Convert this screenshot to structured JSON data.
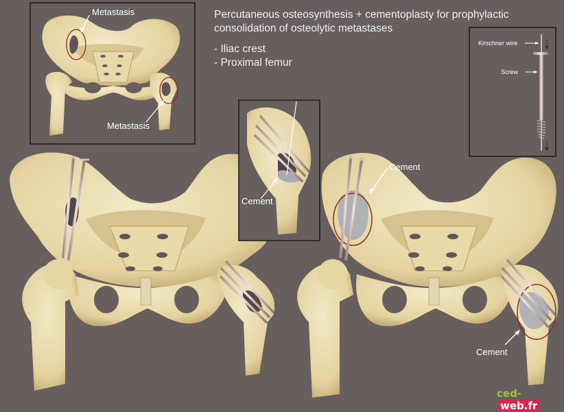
{
  "header": {
    "title": "Percutaneous osteosynthesis + cementoplasty for prophylactic consolidation of osteolytic metastases",
    "title_line1": "Percutaneous osteosynthesis + cementoplasty for prophylactic",
    "title_line2": "consolidation of osteolytic metastases",
    "list": [
      "- Iliac crest",
      "- Proximal femur"
    ]
  },
  "inset_metastasis": {
    "labels": [
      "Metastasis",
      "Metastasis"
    ]
  },
  "inset_instruments": {
    "labels": [
      "Kirschner wire",
      "Screw"
    ]
  },
  "inset_femur_detail": {
    "label": "Cement"
  },
  "right_pelvis": {
    "labels": [
      "Cement",
      "Cement"
    ]
  },
  "colors": {
    "background": "#675e5e",
    "bone": "#e8d9a8",
    "bone_shadow": "#b89e62",
    "cement": "#a9adb3",
    "circle": "#8b2a23",
    "screw": "#d9c9c6",
    "logo_green": "#9cc23a",
    "logo_pink": "#d8244f"
  },
  "logo": {
    "part1": "ced-",
    "part2": "web.fr"
  }
}
